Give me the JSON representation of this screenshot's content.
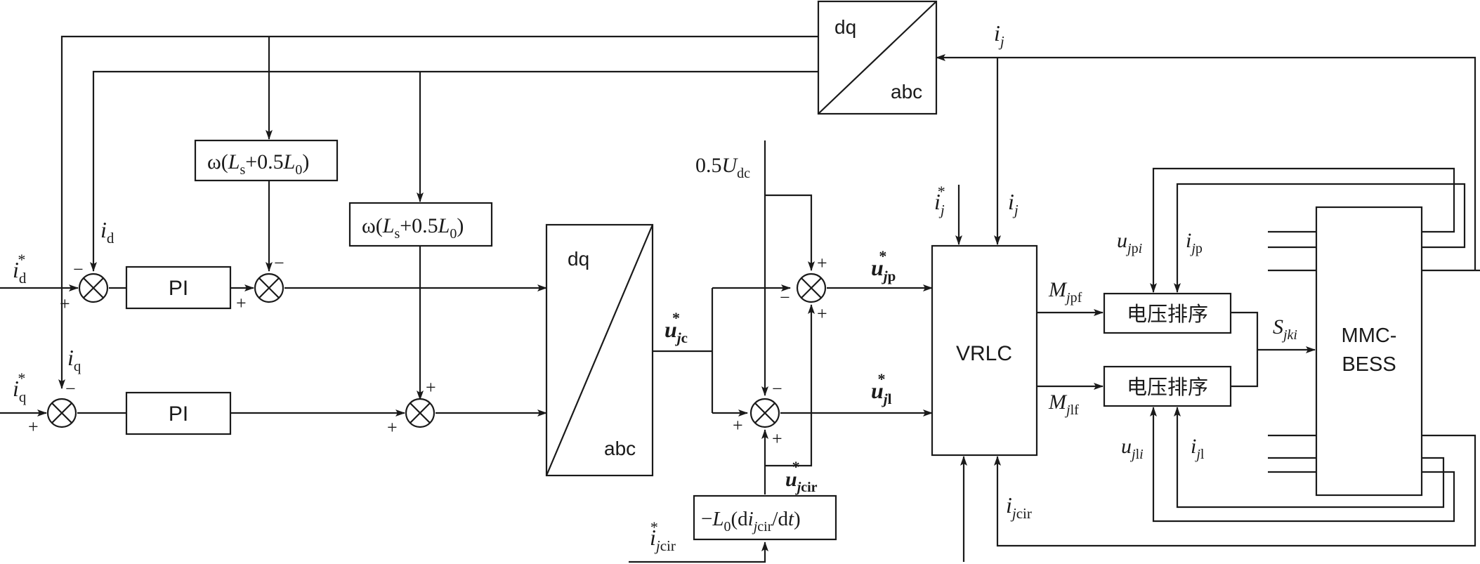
{
  "blocks": {
    "pi_d": "PI",
    "pi_q": "PI",
    "omega_comp_d": {
      "a": "ω(",
      "b": "L",
      "c": "s",
      "d": "+0.5",
      "e": "L",
      "f": "0",
      "g": ")"
    },
    "omega_comp_q": {
      "a": "ω(",
      "b": "L",
      "c": "s",
      "d": "+0.5",
      "e": "L",
      "f": "0",
      "g": ")"
    },
    "dq_abc_top": {
      "top": "dq",
      "bottom": "abc"
    },
    "dq_abc_main": {
      "top": "dq",
      "bottom": "abc"
    },
    "vrlc": "VRLC",
    "sort_upper": "电压排序",
    "sort_lower": "电压排序",
    "mmc_bess": {
      "line1": "MMC-",
      "line2": "BESS"
    },
    "circ_block": {
      "a": "−",
      "b": "L",
      "c": "0",
      "d": "(d",
      "e": "i",
      "f": "j",
      "g": "cir",
      "h": "/d",
      "i": "t",
      "j": ")"
    }
  },
  "labels": {
    "id_ref": {
      "base": "i",
      "sub": "d",
      "sup": "*"
    },
    "iq_ref": {
      "base": "i",
      "sub": "q",
      "sup": "*"
    },
    "id_fb": {
      "base": "i",
      "sub": "d"
    },
    "iq_fb": {
      "base": "i",
      "sub": "q"
    },
    "ij_top": {
      "base": "i",
      "sub": "j"
    },
    "ij_ref": {
      "base": "i",
      "sub": "j",
      "sup": "*"
    },
    "ij_vrlc": {
      "base": "i",
      "sub": "j"
    },
    "udc": {
      "base": "0.5",
      "var": "U",
      "sub": "dc"
    },
    "ujp_ref": {
      "base": "u",
      "sub1": "j",
      "sub2": "p",
      "sup": "*"
    },
    "ujl_ref": {
      "base": "u",
      "sub1": "j",
      "sub2": "l",
      "sup": "*"
    },
    "ujc_ref": {
      "base": "u",
      "sub1": "j",
      "sub2": "c",
      "sup": "*"
    },
    "ujcir_ref": {
      "base": "u",
      "sub1": "j",
      "sub2": "cir",
      "sup": "*"
    },
    "ijcir_ref": {
      "base": "i",
      "sub1": "j",
      "sub2": "cir",
      "sup": "*"
    },
    "ijcir_fb": {
      "base": "i",
      "sub1": "j",
      "sub2": "cir"
    },
    "mjpf": {
      "base": "M",
      "sub1": "j",
      "sub2": "pf"
    },
    "mjlf": {
      "base": "M",
      "sub1": "j",
      "sub2": "lf"
    },
    "ujpi": {
      "base": "u",
      "sub1": "j",
      "sub2": "p",
      "sub3": "i"
    },
    "ijp": {
      "base": "i",
      "sub1": "j",
      "sub2": "p"
    },
    "ujli": {
      "base": "u",
      "sub1": "j",
      "sub2": "l",
      "sub3": "i"
    },
    "ijl": {
      "base": "i",
      "sub1": "j",
      "sub2": "l"
    },
    "sjki": {
      "base": "S",
      "sub": "jki"
    }
  },
  "signs": {
    "plus": "+",
    "minus": "−"
  }
}
